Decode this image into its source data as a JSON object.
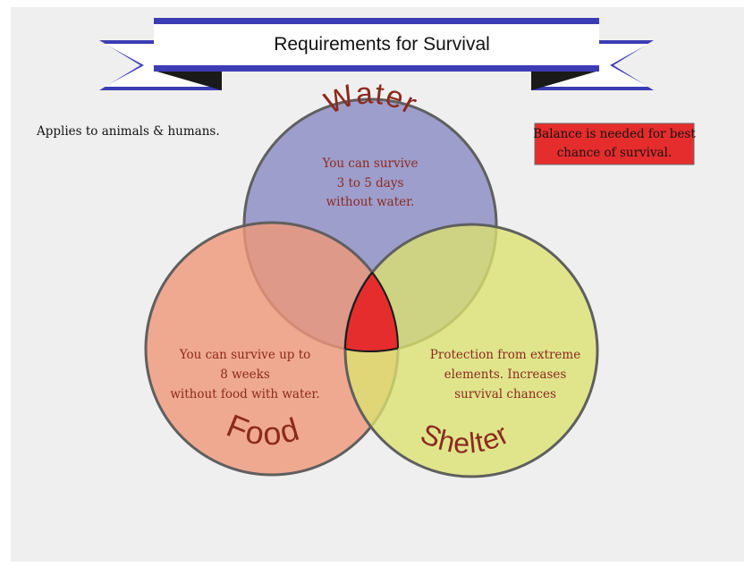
{
  "title": "Requirements for Survival",
  "note_left": "Applies to animals & humans.",
  "note_right": [
    "Balance is needed for best",
    "chance of survival."
  ],
  "circles": {
    "water": {
      "label": "Water",
      "lines": [
        "You can survive",
        "3 to 5 days",
        "without water."
      ],
      "fill": "#8f8fc6"
    },
    "food": {
      "label": "Food",
      "lines": [
        "You can survive up to",
        "8 weeks",
        "without food with water."
      ],
      "fill": "#ef9778"
    },
    "shelter": {
      "label": "Shelter",
      "lines": [
        "Protection from extreme",
        "elements. Increases",
        "survival chances"
      ],
      "fill": "#dbe170"
    }
  },
  "colors": {
    "ribbon_blue": "#3c3cb4",
    "center_red": "#e52d2d",
    "label_color": "#8b2a1e",
    "text_color": "#8b2a1e"
  }
}
